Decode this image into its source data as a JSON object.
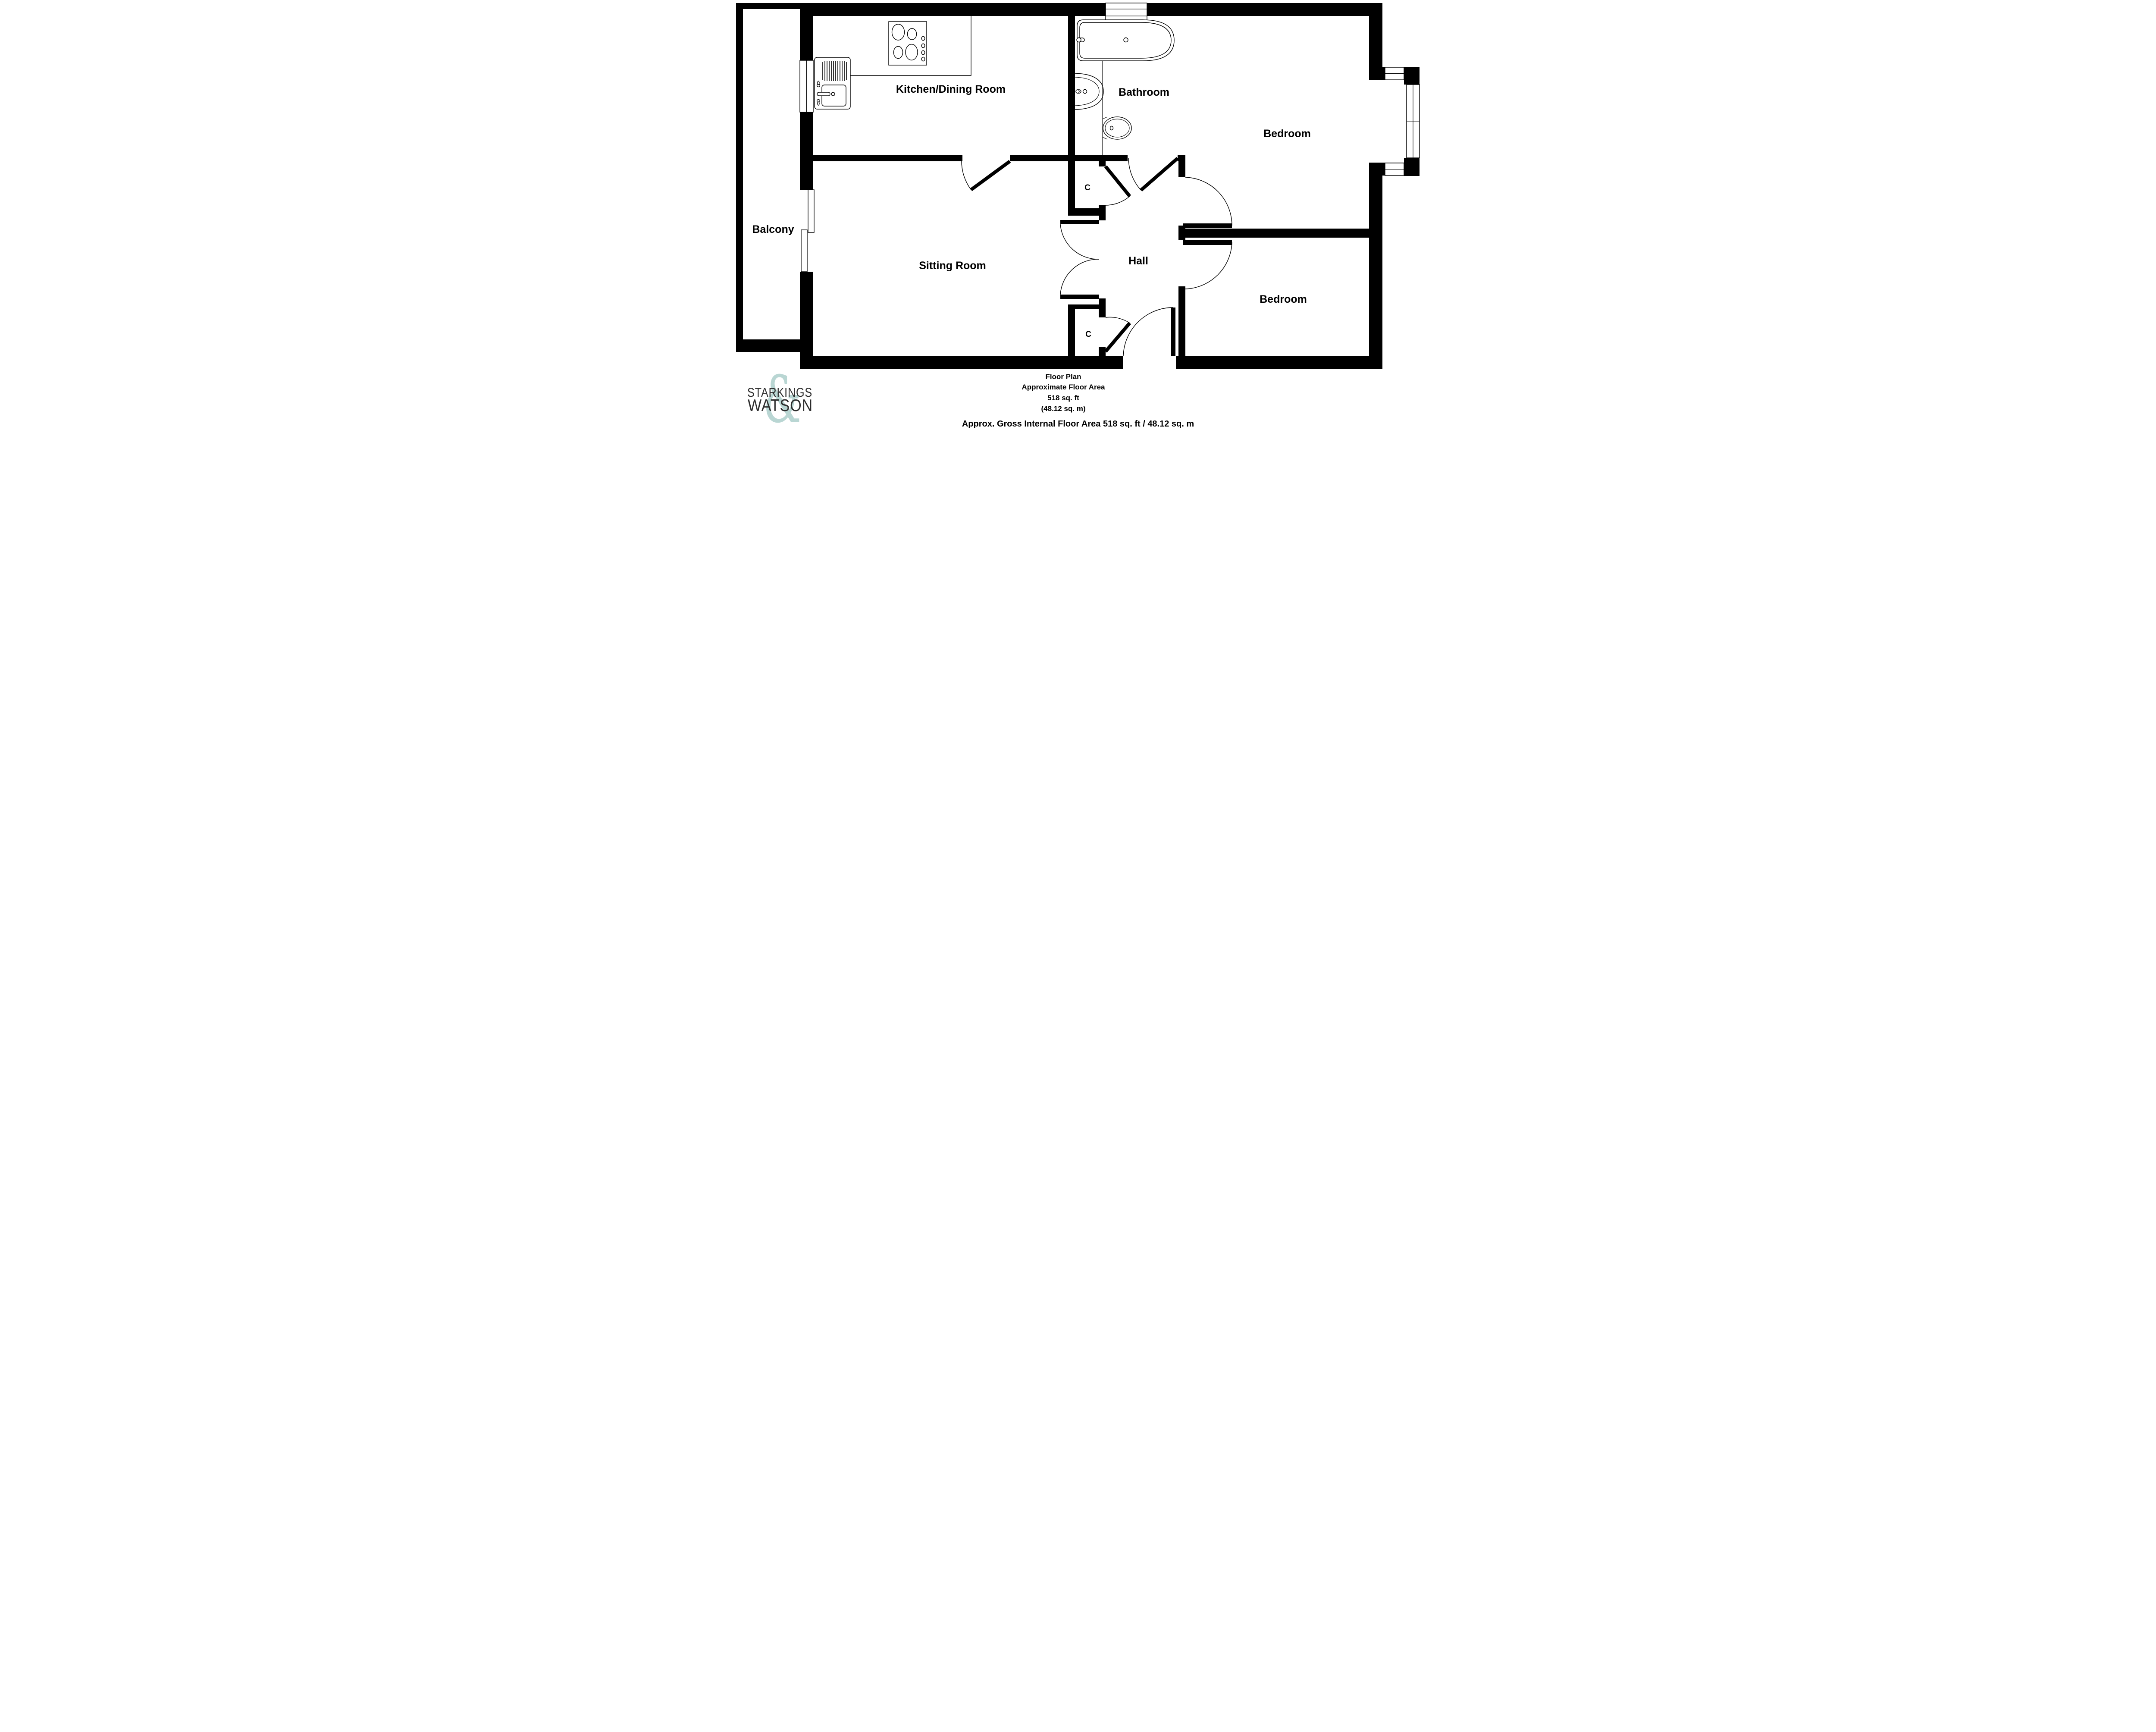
{
  "page": {
    "background": "#ffffff"
  },
  "plan": {
    "wall_color": "#000000",
    "line_color": "#000000",
    "rooms": {
      "kitchen": {
        "label": "Kitchen/Dining Room"
      },
      "bathroom": {
        "label": "Bathroom"
      },
      "bedroom_top": {
        "label": "Bedroom"
      },
      "bedroom_bottom": {
        "label": "Bedroom"
      },
      "sitting": {
        "label": "Sitting Room"
      },
      "hall": {
        "label": "Hall"
      },
      "balcony": {
        "label": "Balcony"
      },
      "closet_upper": {
        "label": "C"
      },
      "closet_lower": {
        "label": "C"
      }
    }
  },
  "footer": {
    "line1": "Floor Plan",
    "line2": "Approximate Floor Area",
    "line3": "518 sq. ft",
    "line4": "(48.12 sq. m)",
    "gross_line": "Approx. Gross Internal Floor Area 518 sq. ft / 48.12 sq. m"
  },
  "logo": {
    "top": "STARKINGS",
    "bottom": "WATSON",
    "ampersand": "&",
    "ampersand_color": "#b9d6d3",
    "text_color": "#2d2d2d"
  }
}
